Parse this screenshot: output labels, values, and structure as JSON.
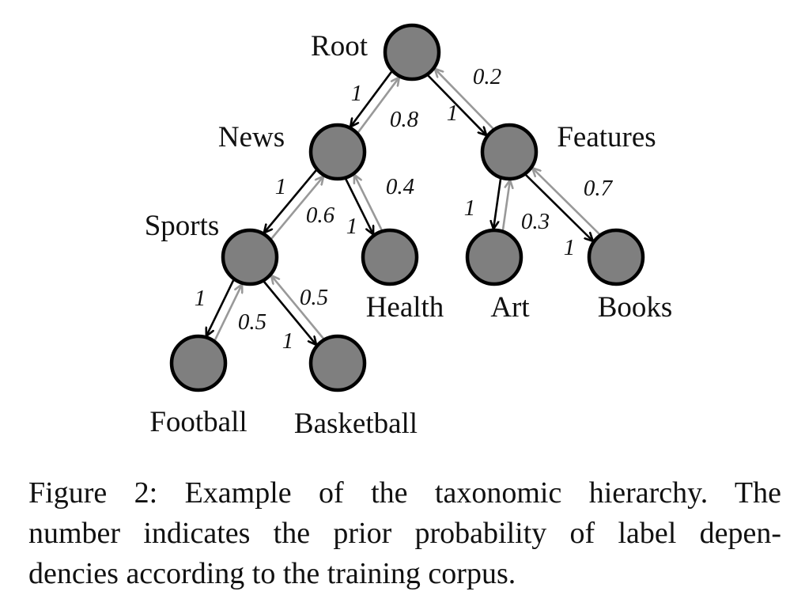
{
  "colors": {
    "node_fill": "#7f7f7f",
    "node_stroke": "#000000",
    "down_arrow": "#000000",
    "up_arrow": "#999999"
  },
  "nodes": [
    {
      "id": "root",
      "label": "Root"
    },
    {
      "id": "news",
      "label": "News"
    },
    {
      "id": "features",
      "label": "Features"
    },
    {
      "id": "sports",
      "label": "Sports"
    },
    {
      "id": "health",
      "label": "Health"
    },
    {
      "id": "art",
      "label": "Art"
    },
    {
      "id": "books",
      "label": "Books"
    },
    {
      "id": "football",
      "label": "Football"
    },
    {
      "id": "basketball",
      "label": "Basketball"
    }
  ],
  "edges": [
    {
      "parent": "root",
      "child": "news",
      "down_prob": "0.8",
      "up_prob": "1"
    },
    {
      "parent": "root",
      "child": "features",
      "down_prob": "0.2",
      "up_prob": "1"
    },
    {
      "parent": "news",
      "child": "sports",
      "down_prob": "0.6",
      "up_prob": "1"
    },
    {
      "parent": "news",
      "child": "health",
      "down_prob": "0.4",
      "up_prob": "1"
    },
    {
      "parent": "features",
      "child": "art",
      "down_prob": "0.3",
      "up_prob": "1"
    },
    {
      "parent": "features",
      "child": "books",
      "down_prob": "0.7",
      "up_prob": "1"
    },
    {
      "parent": "sports",
      "child": "football",
      "down_prob": "0.5",
      "up_prob": "1"
    },
    {
      "parent": "sports",
      "child": "basketball",
      "down_prob": "0.5",
      "up_prob": "1"
    }
  ],
  "caption": {
    "lines": [
      "Figure 2: Example of the taxonomic hierarchy. The",
      "number indicates the prior probability of label depen-",
      "dencies according to the training corpus."
    ]
  }
}
